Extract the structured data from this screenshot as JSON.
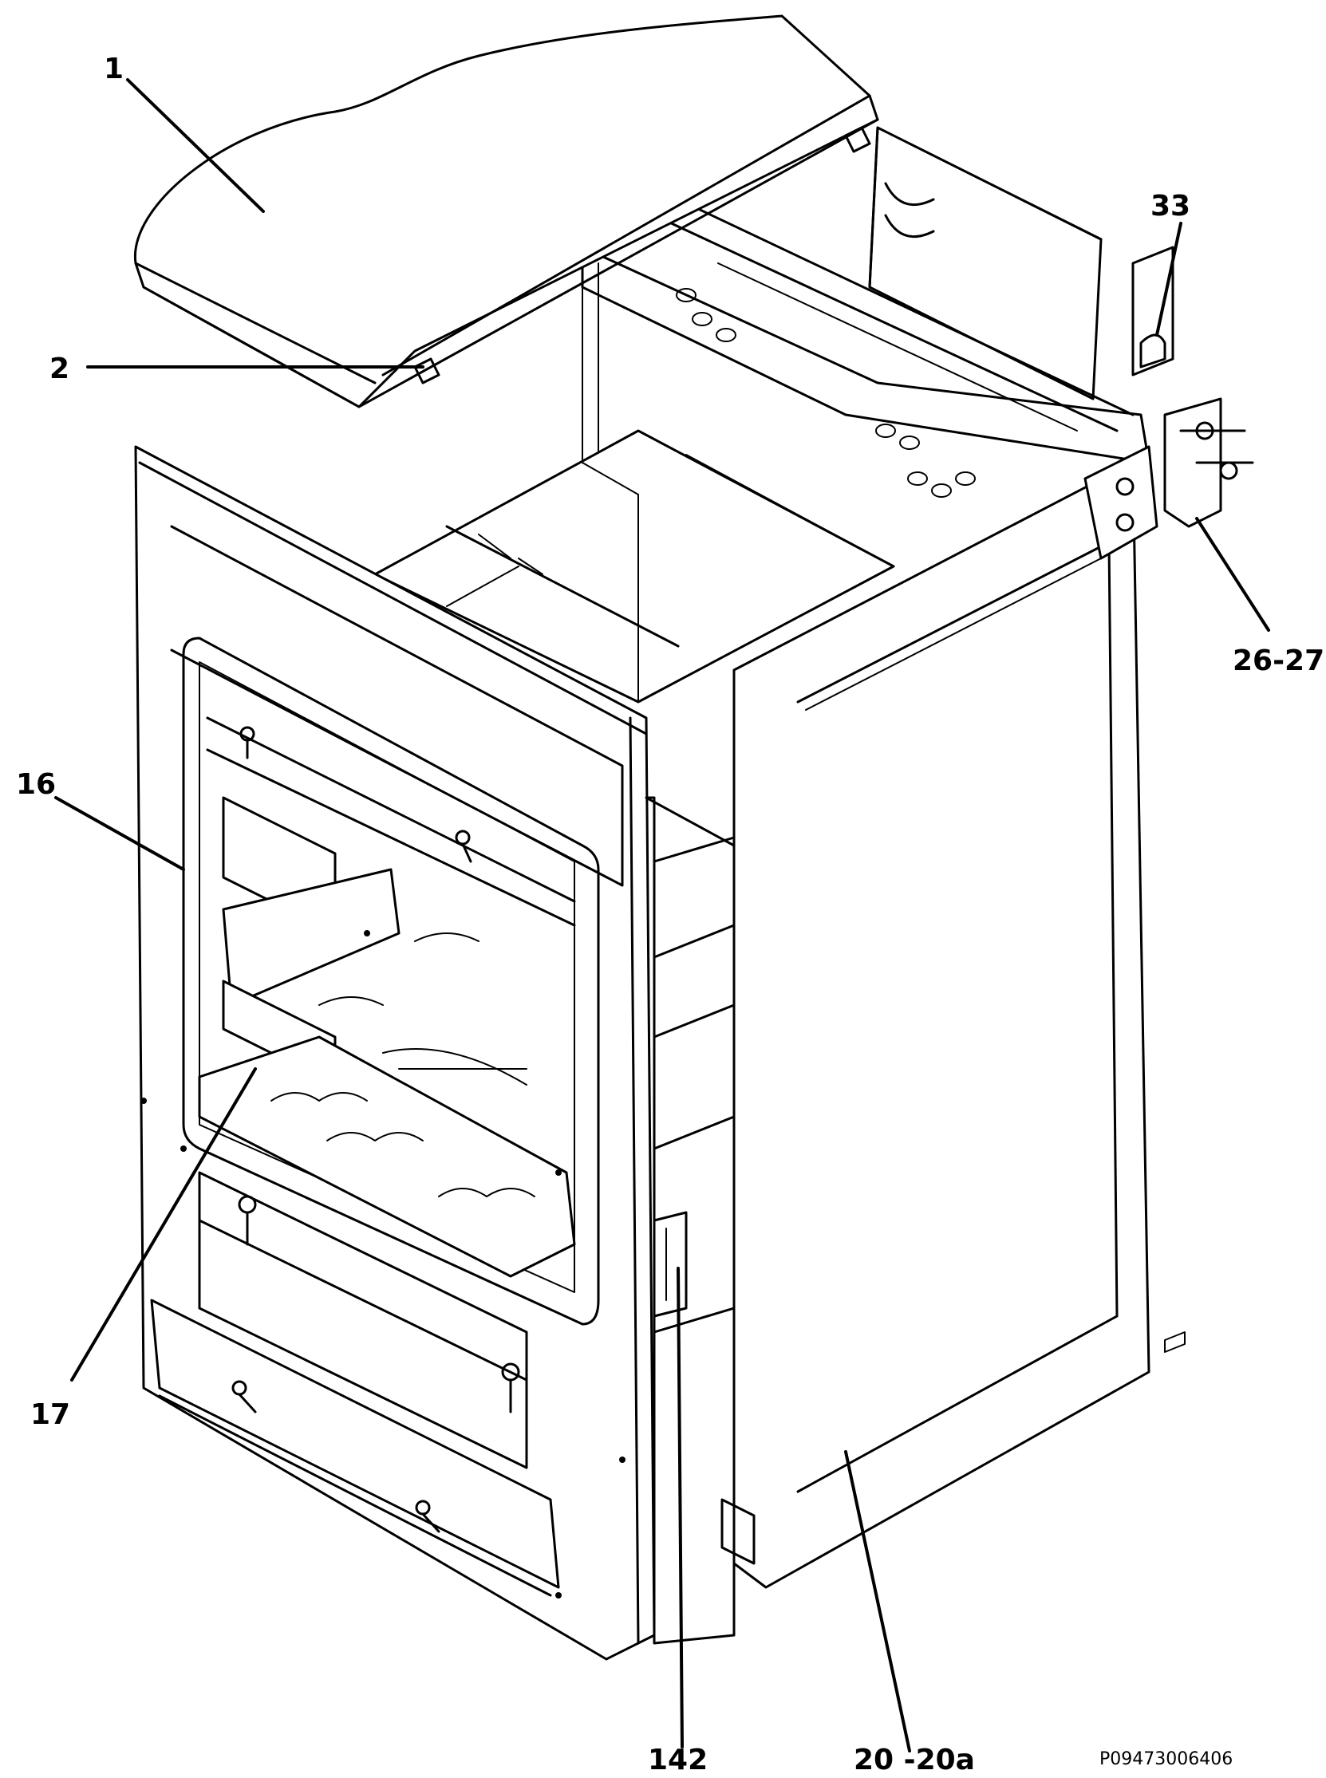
{
  "callouts": [
    {
      "id": "top-cover",
      "text": "1"
    },
    {
      "id": "cover-screw",
      "text": "2"
    },
    {
      "id": "hinge-plate",
      "text": "33"
    },
    {
      "id": "hinge-bracket",
      "text": "26-27"
    },
    {
      "id": "oven-cavity-frame",
      "text": "16"
    },
    {
      "id": "oven-floor",
      "text": "17"
    },
    {
      "id": "center-hinge",
      "text": "142"
    },
    {
      "id": "side-panel",
      "text": "20 -20a"
    }
  ],
  "reference_code": "P09473006406"
}
